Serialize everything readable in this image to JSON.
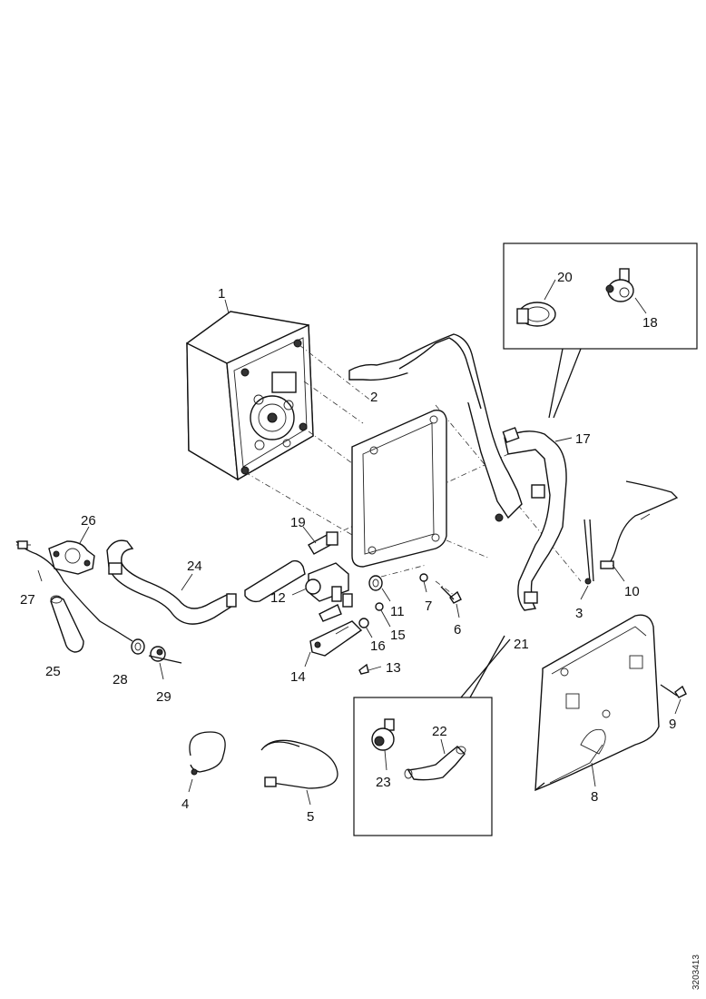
{
  "title": "",
  "reference_code": "3203413",
  "callouts": [
    "1",
    "2",
    "3",
    "4",
    "5",
    "6",
    "7",
    "8",
    "9",
    "10",
    "11",
    "12",
    "13",
    "14",
    "15",
    "16",
    "17",
    "18",
    "19",
    "20",
    "21",
    "22",
    "23",
    "24",
    "25",
    "26",
    "27",
    "28",
    "29"
  ],
  "colors": {
    "line": "#111111",
    "background": "#ffffff"
  }
}
